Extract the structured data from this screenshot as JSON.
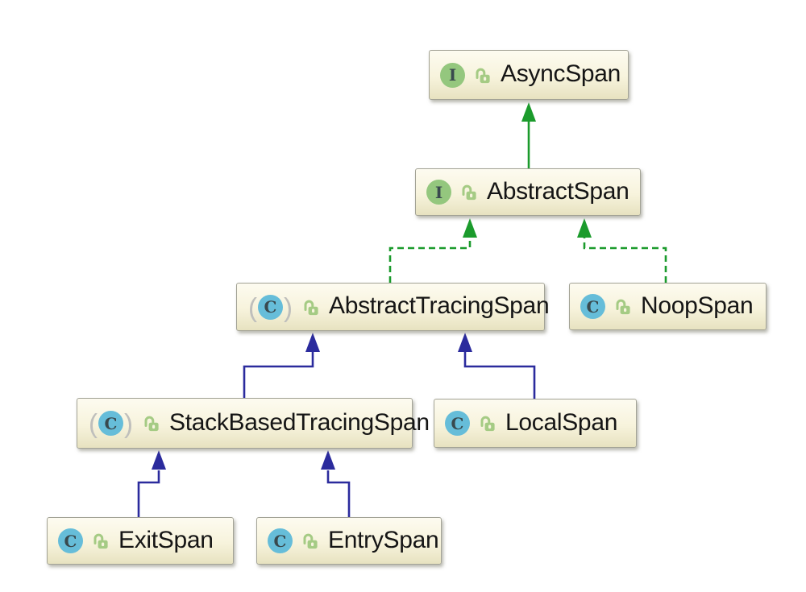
{
  "diagram": {
    "nodes": [
      {
        "label": "AsyncSpan",
        "kind": "interface",
        "icon_letter": "I",
        "visibility": "public"
      },
      {
        "label": "AbstractSpan",
        "kind": "interface",
        "icon_letter": "I",
        "visibility": "public"
      },
      {
        "label": "AbstractTracingSpan",
        "kind": "abstract class",
        "icon_letter": "C",
        "visibility": "public"
      },
      {
        "label": "NoopSpan",
        "kind": "class",
        "icon_letter": "C",
        "visibility": "public"
      },
      {
        "label": "StackBasedTracingSpan",
        "kind": "abstract class",
        "icon_letter": "C",
        "visibility": "public"
      },
      {
        "label": "LocalSpan",
        "kind": "class",
        "icon_letter": "C",
        "visibility": "public"
      },
      {
        "label": "ExitSpan",
        "kind": "class",
        "icon_letter": "C",
        "visibility": "public"
      },
      {
        "label": "EntrySpan",
        "kind": "class",
        "icon_letter": "C",
        "visibility": "public"
      }
    ],
    "edges": [
      {
        "from": "AbstractSpan",
        "to": "AsyncSpan",
        "line": "solid",
        "color": "green"
      },
      {
        "from": "AbstractTracingSpan",
        "to": "AbstractSpan",
        "line": "dashed",
        "color": "green"
      },
      {
        "from": "NoopSpan",
        "to": "AbstractSpan",
        "line": "dashed",
        "color": "green"
      },
      {
        "from": "StackBasedTracingSpan",
        "to": "AbstractTracingSpan",
        "line": "solid",
        "color": "blue"
      },
      {
        "from": "LocalSpan",
        "to": "AbstractTracingSpan",
        "line": "solid",
        "color": "blue"
      },
      {
        "from": "ExitSpan",
        "to": "StackBasedTracingSpan",
        "line": "solid",
        "color": "blue"
      },
      {
        "from": "EntrySpan",
        "to": "StackBasedTracingSpan",
        "line": "solid",
        "color": "blue"
      }
    ],
    "icon_glyphs": {
      "paren_open": "(",
      "paren_close": ")"
    },
    "colors": {
      "background": "#ffffff",
      "node_fill_top": "#fdfbf0",
      "node_fill_bottom": "#e7e2c0",
      "node_border": "#a3a396",
      "node_text": "#151515",
      "interface_icon": "#94c77e",
      "class_icon": "#66bdd9",
      "icon_letter": "#39494e",
      "abstract_paren": "#bfbfbc",
      "lock": "#a5cb84",
      "edge_green": "#1b9b2c",
      "edge_blue": "#2b2b9d"
    }
  }
}
